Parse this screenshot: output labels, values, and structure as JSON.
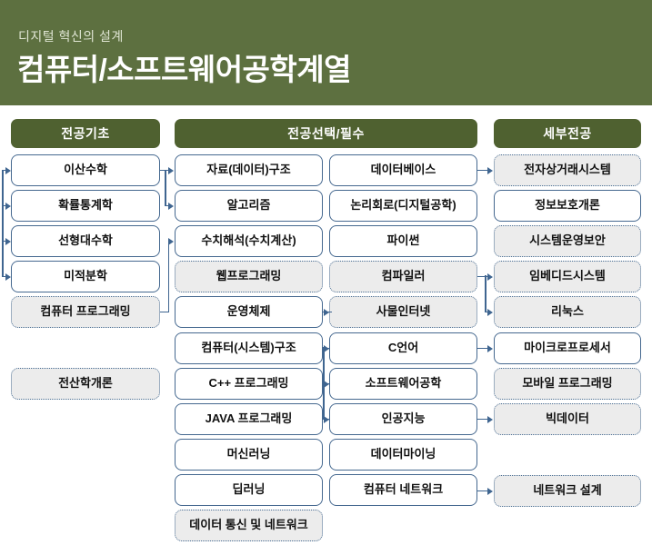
{
  "banner": {
    "subtitle": "디지털 혁신의 설계",
    "title": "컴퓨터/소프트웨어공학계열",
    "bg_color": "#5d7040"
  },
  "colors": {
    "header_green": "#4f6130",
    "banner_green": "#5d7040",
    "node_border_blue": "#45688f",
    "dashed_fill": "#ececec",
    "connector_blue": "#3f6590"
  },
  "columns": [
    {
      "id": "major-basics",
      "header": "전공기초",
      "nodes": [
        {
          "label": "이산수학",
          "style": "solid"
        },
        {
          "label": "확률통계학",
          "style": "solid"
        },
        {
          "label": "선형대수학",
          "style": "solid"
        },
        {
          "label": "미적분학",
          "style": "solid"
        },
        {
          "label": "컴퓨터 프로그래밍",
          "style": "dashed"
        },
        {
          "label": "전산학개론",
          "style": "dashed"
        }
      ]
    },
    {
      "id": "major-electives-left",
      "header": "전공선택/필수",
      "nodes": [
        {
          "label": "자료(데이터)구조",
          "style": "solid"
        },
        {
          "label": "알고리즘",
          "style": "solid"
        },
        {
          "label": "수치해석(수치계산)",
          "style": "solid"
        },
        {
          "label": "웹프로그래밍",
          "style": "dashed"
        },
        {
          "label": "운영체제",
          "style": "solid"
        },
        {
          "label": "컴퓨터(시스템)구조",
          "style": "solid"
        },
        {
          "label": "C++ 프로그래밍",
          "style": "solid"
        },
        {
          "label": "JAVA 프로그래밍",
          "style": "solid"
        },
        {
          "label": "머신러닝",
          "style": "solid"
        },
        {
          "label": "딥러닝",
          "style": "solid"
        },
        {
          "label": "데이터 통신 및 네트워크",
          "style": "dashed"
        }
      ]
    },
    {
      "id": "major-electives-right",
      "header": "",
      "nodes": [
        {
          "label": "데이터베이스",
          "style": "solid"
        },
        {
          "label": "논리회로(디지털공학)",
          "style": "solid"
        },
        {
          "label": "파이썬",
          "style": "solid"
        },
        {
          "label": "컴파일러",
          "style": "dashed"
        },
        {
          "label": "사물인터넷",
          "style": "dashed"
        },
        {
          "label": "C언어",
          "style": "solid"
        },
        {
          "label": "소프트웨어공학",
          "style": "solid"
        },
        {
          "label": "인공지능",
          "style": "solid"
        },
        {
          "label": "데이터마이닝",
          "style": "solid"
        },
        {
          "label": "컴퓨터 네트워크",
          "style": "solid"
        }
      ]
    },
    {
      "id": "specialization",
      "header": "세부전공",
      "nodes": [
        {
          "label": "전자상거래시스템",
          "style": "dashed"
        },
        {
          "label": "정보보호개론",
          "style": "solid"
        },
        {
          "label": "시스템운영보안",
          "style": "dashed"
        },
        {
          "label": "임베디드시스템",
          "style": "dashed"
        },
        {
          "label": "리눅스",
          "style": "dashed"
        },
        {
          "label": "마이크로프로세서",
          "style": "solid"
        },
        {
          "label": "모바일 프로그래밍",
          "style": "dashed"
        },
        {
          "label": "빅데이터",
          "style": "dashed"
        },
        {
          "label": "네트워크 설계",
          "style": "dashed"
        }
      ]
    }
  ]
}
